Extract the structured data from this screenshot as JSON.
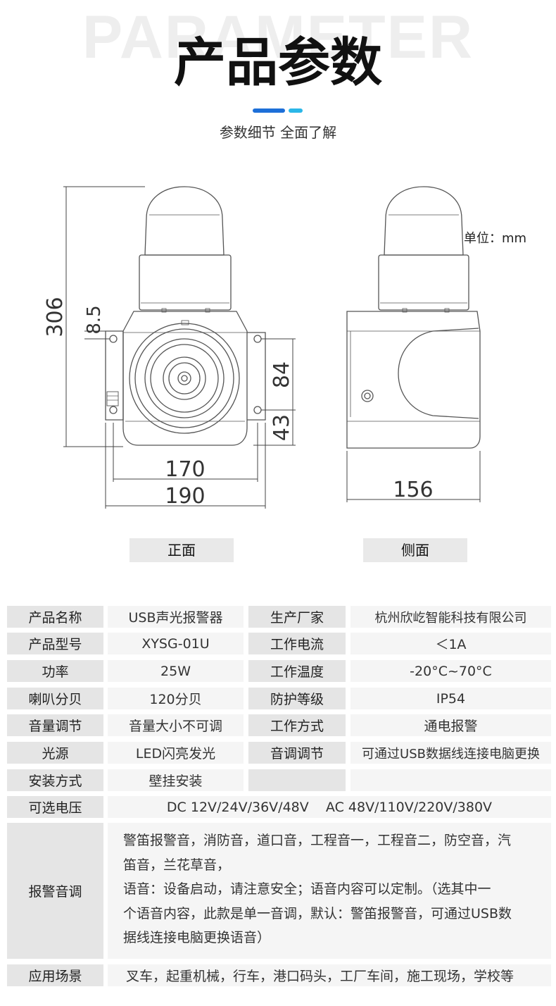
{
  "header": {
    "bg_word": "PARAMETER",
    "title": "产品参数",
    "subtitle": "参数细节 全面了解",
    "accent_colors": [
      "#1d6fd8",
      "#2bb7e8"
    ]
  },
  "drawing": {
    "dimensions": {
      "height_total": "306",
      "offset": "8.5",
      "hole_spacing_v": "84",
      "bottom_offset": "43",
      "hole_spacing_h": "170",
      "width_total": "190",
      "depth": "156"
    },
    "unit_label": "单位：mm",
    "front_label": "正面",
    "side_label": "侧面"
  },
  "specs": {
    "rows": [
      {
        "l1": "产品名称",
        "v1": "USB声光报警器",
        "l2": "生产厂家",
        "v2": "杭州欣屹智能科技有限公司"
      },
      {
        "l1": "产品型号",
        "v1": "XYSG-01U",
        "l2": "工作电流",
        "v2": "＜1A"
      },
      {
        "l1": "功率",
        "v1": "25W",
        "l2": "工作温度",
        "v2": "-20°C~70°C"
      },
      {
        "l1": "喇叭分贝",
        "v1": "120分贝",
        "l2": "防护等级",
        "v2": "IP54"
      },
      {
        "l1": "音量调节",
        "v1": "音量大小不可调",
        "l2": "工作方式",
        "v2": "通电报警"
      },
      {
        "l1": "光源",
        "v1": "LED闪亮发光",
        "l2": "音调调节",
        "v2": "可通过USB数据线连接电脑更换"
      },
      {
        "l1": "安装方式",
        "v1": "壁挂安装",
        "l2": "",
        "v2": ""
      }
    ],
    "voltage": {
      "label": "可选电压",
      "value": "DC 12V/24V/36V/48V    AC 48V/110V/220V/380V"
    },
    "alarm": {
      "label": "报警音调",
      "lines": [
        "警笛报警音，消防音，道口音，工程音一，工程音二，防空音，汽",
        "笛音，兰花草音，",
        "语音：设备启动，请注意安全；语音内容可以定制。（选其中一",
        "个语音内容，此款是单一音调，默认：警笛报警音，可通过USB数",
        "据线连接电脑更换语音）"
      ]
    },
    "scene": {
      "label": "应用场景",
      "value": "叉车，起重机械，行车，港口码头，工厂车间，施工现场，学校等"
    }
  }
}
